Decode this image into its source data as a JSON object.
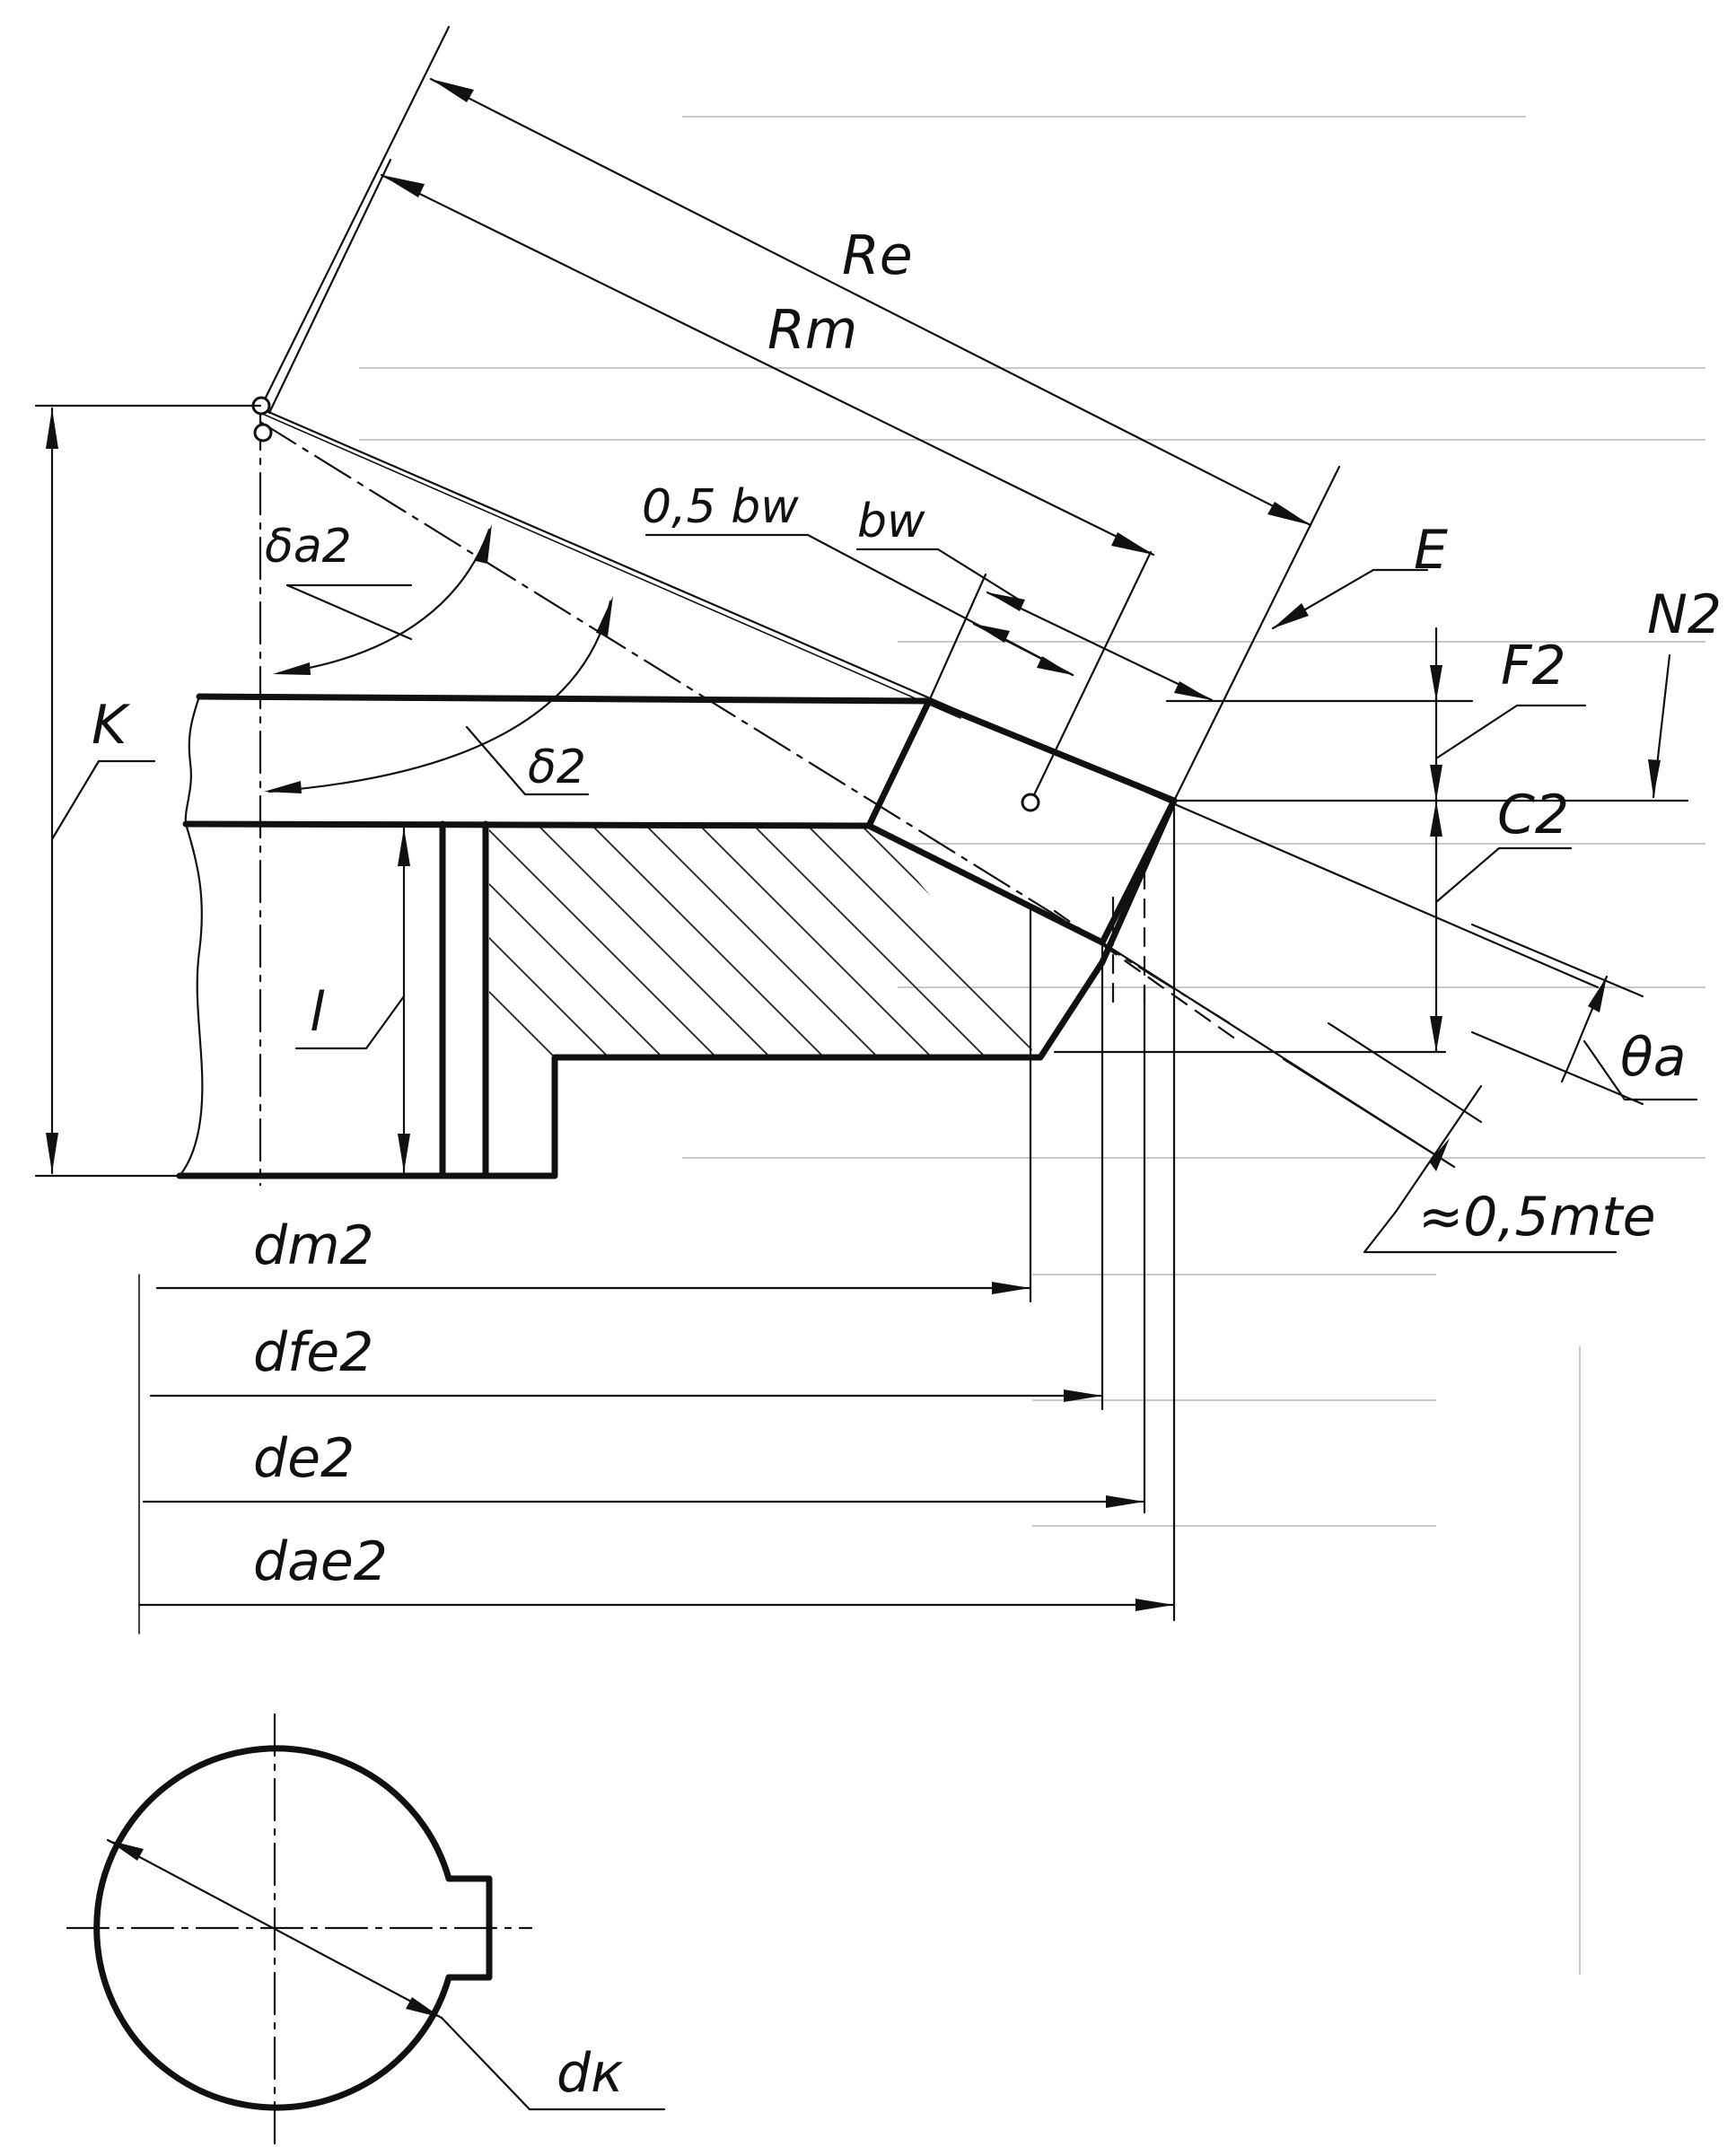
{
  "labels": {
    "Re": "Re",
    "Rm": "Rm",
    "half_bw": "0,5 bw",
    "bw": "bw",
    "E": "E",
    "N2": "N2",
    "F2": "F2",
    "C2": "C2",
    "delta_a2": "δa2",
    "delta_2": "δ2",
    "K": "K",
    "l": "l",
    "theta_a": "θa",
    "half_mte": "≈0,5mte",
    "dm2": "dm2",
    "dfe2": "dfe2",
    "de2": "de2",
    "dae2": "dae2",
    "dk": "dк"
  }
}
